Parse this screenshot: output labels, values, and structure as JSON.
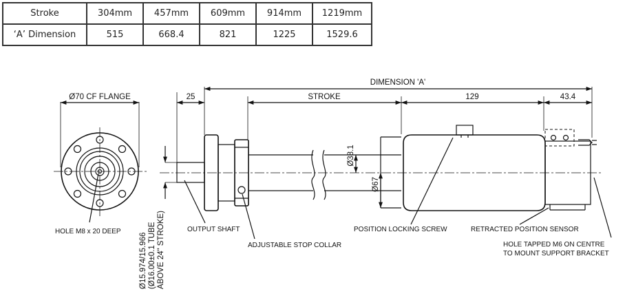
{
  "table": {
    "rows": [
      {
        "label": "Stroke",
        "cells": [
          "304mm",
          "457mm",
          "609mm",
          "914mm",
          "1219mm"
        ]
      },
      {
        "label": "‘A’ Dimension",
        "cells": [
          "515",
          "668.4",
          "821",
          "1225",
          "1529.6"
        ]
      }
    ]
  },
  "drawing": {
    "flange_label": "Ø70 CF FLANGE",
    "dim_a": "DIMENSION 'A'",
    "dim_25": "25",
    "dim_stroke": "STROKE",
    "dim_129": "129",
    "dim_43_4": "43.4",
    "dia_38_1": "Ø38.1",
    "dia_67": "Ø67",
    "hole_label": "HOLE M8 x 20 DEEP",
    "tube_line1": "Ø15.974/15.966",
    "tube_line2": "(Ø16.00±0.1 TUBE",
    "tube_line3": "ABOVE 24\" STROKE)",
    "output_shaft": "OUTPUT SHAFT",
    "stop_collar": "ADJUSTABLE STOP COLLAR",
    "locking_screw": "POSITION LOCKING SCREW",
    "retracted_sensor": "RETRACTED POSITION SENSOR",
    "tapped_hole_1": "HOLE TAPPED M6 ON CENTRE",
    "tapped_hole_2": "TO MOUNT SUPPORT BRACKET"
  }
}
